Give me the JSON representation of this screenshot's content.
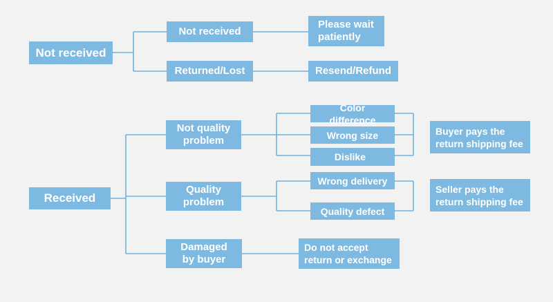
{
  "nodes": {
    "not_received_root": "Not received",
    "not_received_branch": "Not received",
    "returned_lost": "Returned/Lost",
    "please_wait": "Please wait\npatiently",
    "resend_refund": "Resend/Refund",
    "received_root": "Received",
    "not_quality_problem": "Not quality\nproblem",
    "quality_problem": "Quality\nproblem",
    "damaged_by_buyer": "Damaged\nby buyer",
    "color_difference": "Color difference",
    "wrong_size": "Wrong size",
    "dislike": "Dislike",
    "wrong_delivery": "Wrong delivery",
    "quality_defect": "Quality defect",
    "buyer_pays": "Buyer pays the\nreturn shipping fee",
    "seller_pays": "Seller pays the\nreturn shipping fee",
    "do_not_accept": "Do not accept\nreturn or exchange"
  },
  "colors": {
    "box_fill": "#7db9e1",
    "connector": "#6fb0dc",
    "background": "#f2f2f2",
    "text": "#ffffff"
  }
}
